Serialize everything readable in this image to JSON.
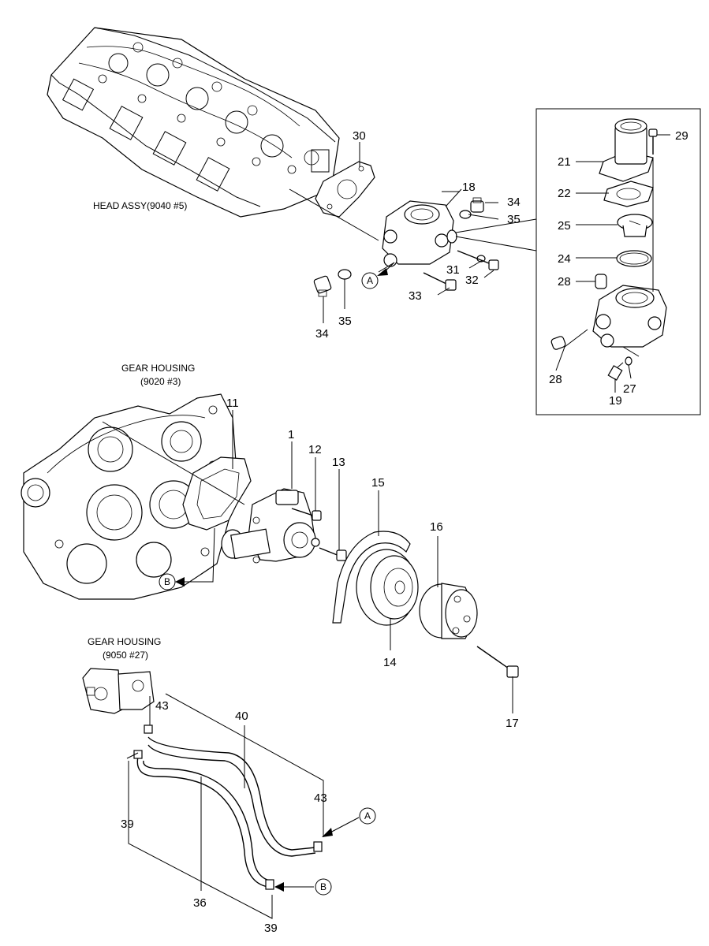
{
  "group_labels": {
    "head_assy": "HEAD ASSY(9040 #5)",
    "gear_housing_1_title": "GEAR HOUSING",
    "gear_housing_1_ref": "(9020 #3)",
    "gear_housing_2_title": "GEAR HOUSING",
    "gear_housing_2_ref": "(9050 #27)"
  },
  "callouts": {
    "a_upper": "A",
    "a_lower": "A",
    "b_left": "B",
    "b_lower": "B"
  },
  "parts": {
    "p1": "1",
    "p11": "11",
    "p12": "12",
    "p13": "13",
    "p14": "14",
    "p15": "15",
    "p16": "16",
    "p17": "17",
    "p18": "18",
    "p19": "19",
    "p21": "21",
    "p22": "22",
    "p24": "24",
    "p25": "25",
    "p27": "27",
    "p28a": "28",
    "p28b": "28",
    "p29": "29",
    "p30": "30",
    "p31": "31",
    "p32": "32",
    "p33": "33",
    "p34a": "34",
    "p34b": "34",
    "p35a": "35",
    "p35b": "35",
    "p36": "36",
    "p39a": "39",
    "p39b": "39",
    "p40": "40",
    "p43a": "43",
    "p43b": "43"
  }
}
